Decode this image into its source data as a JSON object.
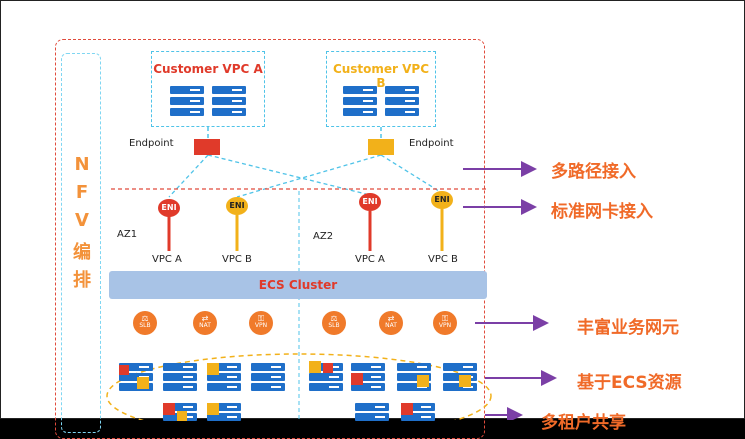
{
  "nfv": {
    "chars": [
      "N",
      "F",
      "V",
      "编",
      "排"
    ]
  },
  "vpc_a": {
    "title": "Customer VPC A"
  },
  "vpc_b": {
    "title": "Customer VPC B"
  },
  "endpoint_a": {
    "label": "Endpoint"
  },
  "endpoint_b": {
    "label": "Endpoint"
  },
  "az1": {
    "label": "AZ1"
  },
  "az2": {
    "label": "AZ2"
  },
  "eni_label": "ENI",
  "az1_vpc_a": "VPC A",
  "az1_vpc_b": "VPC B",
  "az2_vpc_a": "VPC A",
  "az2_vpc_b": "VPC B",
  "ecs_cluster": "ECS Cluster",
  "services": {
    "slb": "SLB",
    "nat": "NAT",
    "vpn": "VPN"
  },
  "right_labels": {
    "multipath": "多路径接入",
    "standard_nic": "标准网卡接入",
    "rich_ne": "丰富业务网元",
    "ecs_based": "基于ECS资源",
    "pool_shared": "多租户共享"
  },
  "colors": {
    "vpc_a": "#e03a2a",
    "vpc_b": "#f2b11a",
    "service": "#f07a2a",
    "ecs_bar": "#a8c3e6",
    "server": "#1f6fc9",
    "dashed_red": "#e04b3c",
    "dashed_blue": "#4fc3e8",
    "arrow": "#7b3fa6",
    "right_text": "#f06a28"
  }
}
